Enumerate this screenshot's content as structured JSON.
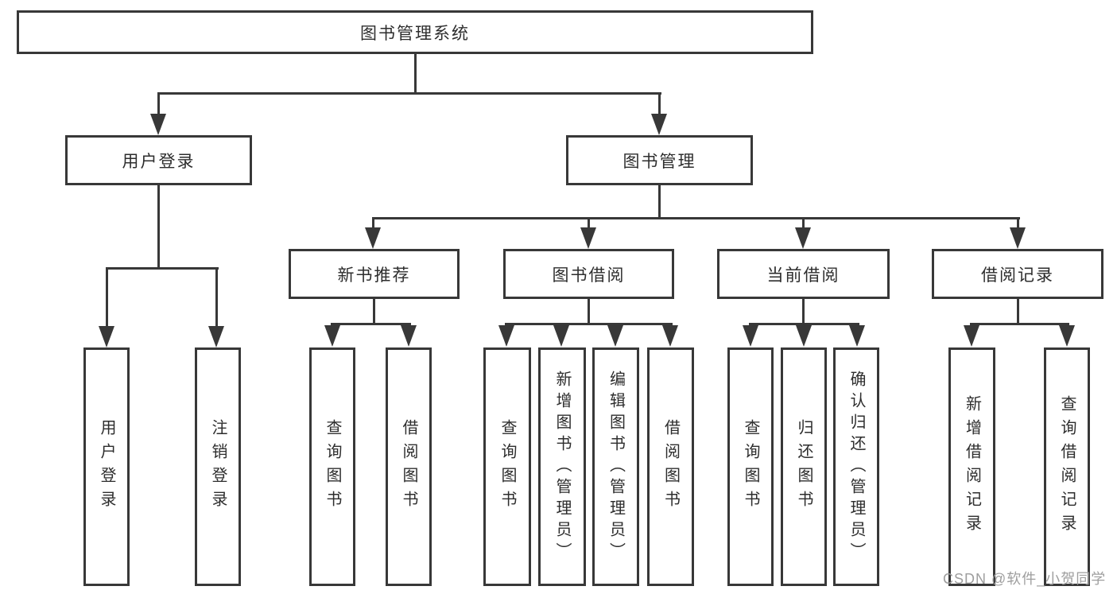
{
  "tree": {
    "label": "图书管理系统",
    "children": [
      {
        "label": "用户登录",
        "children": [
          {
            "label": "用户登录"
          },
          {
            "label": "注销登录"
          }
        ]
      },
      {
        "label": "图书管理",
        "children": [
          {
            "label": "新书推荐",
            "children": [
              {
                "label": "查询图书"
              },
              {
                "label": "借阅图书"
              }
            ]
          },
          {
            "label": "图书借阅",
            "children": [
              {
                "label": "查询图书"
              },
              {
                "label": "新增图书（管理员）"
              },
              {
                "label": "编辑图书（管理员）"
              },
              {
                "label": "借阅图书"
              }
            ]
          },
          {
            "label": "当前借阅",
            "children": [
              {
                "label": "查询图书"
              },
              {
                "label": "归还图书"
              },
              {
                "label": "确认归还（管理员）"
              }
            ]
          },
          {
            "label": "借阅记录",
            "children": [
              {
                "label": "新增借阅记录"
              },
              {
                "label": "查询借阅记录"
              }
            ]
          }
        ]
      }
    ]
  },
  "watermark": "CSDN @软件_小贺同学",
  "colors": {
    "line": "#383838",
    "text": "#2d2d2d",
    "watermark": "#9e9e9e",
    "background": "#ffffff"
  }
}
